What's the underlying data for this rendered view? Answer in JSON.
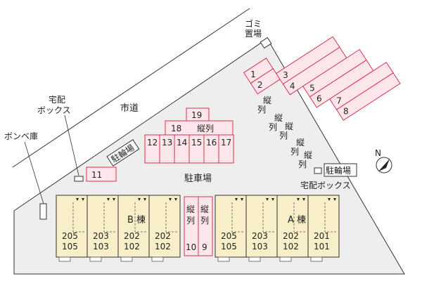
{
  "labels": {
    "garbage": [
      "ゴミ",
      "置場"
    ],
    "delivery_left": [
      "宅配",
      "ボックス"
    ],
    "city_road": "市道",
    "gas_storage": "ボンベ庫",
    "bike_left": "駐輪場",
    "parking_lot": "駐車場",
    "bike_right": "駐輪場",
    "delivery_right": "宅配ボックス",
    "north": "N",
    "building_b": "B 棟",
    "building_a": "A 棟",
    "tandem": "縦列"
  },
  "parking": {
    "top_row": [
      "19"
    ],
    "mid_row_a": "18",
    "mid_row_b": "縦列",
    "bottom_row": [
      "12",
      "13",
      "14",
      "15",
      "16",
      "17"
    ],
    "left_spot": "11",
    "tandem_left_top": "縦\n列",
    "tandem_left_num": "10",
    "tandem_right_num": "9",
    "diagonal": [
      "1",
      "2",
      "3",
      "4",
      "5",
      "6",
      "7",
      "8"
    ]
  },
  "units_b": [
    {
      "top": "205",
      "bottom": "105"
    },
    {
      "top": "203",
      "bottom": "103"
    },
    {
      "top": "202",
      "bottom": "102"
    },
    {
      "top": "202",
      "bottom": "102"
    }
  ],
  "units_a": [
    {
      "top": "205",
      "bottom": "105"
    },
    {
      "top": "203",
      "bottom": "103"
    },
    {
      "top": "202",
      "bottom": "102"
    },
    {
      "top": "201",
      "bottom": "101"
    }
  ]
}
